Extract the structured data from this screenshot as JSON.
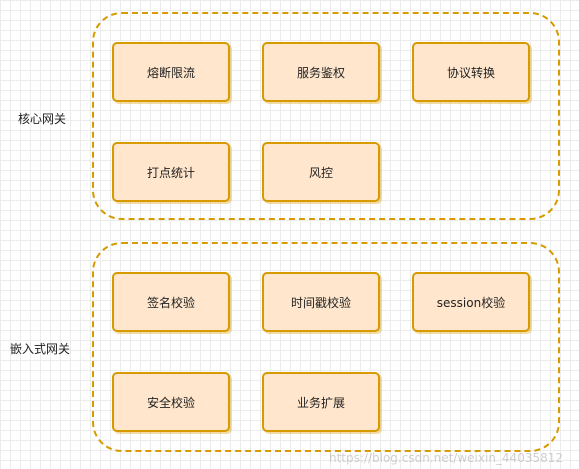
{
  "groups": [
    {
      "label": "核心网关",
      "items": [
        "熔断限流",
        "服务鉴权",
        "协议转换",
        "打点统计",
        "风控"
      ]
    },
    {
      "label": "嵌入式网关",
      "items": [
        "签名校验",
        "时间戳校验",
        "session校验",
        "安全校验",
        "业务扩展"
      ]
    }
  ],
  "watermark": "https://blog.csdn.net/weixin_44035812"
}
